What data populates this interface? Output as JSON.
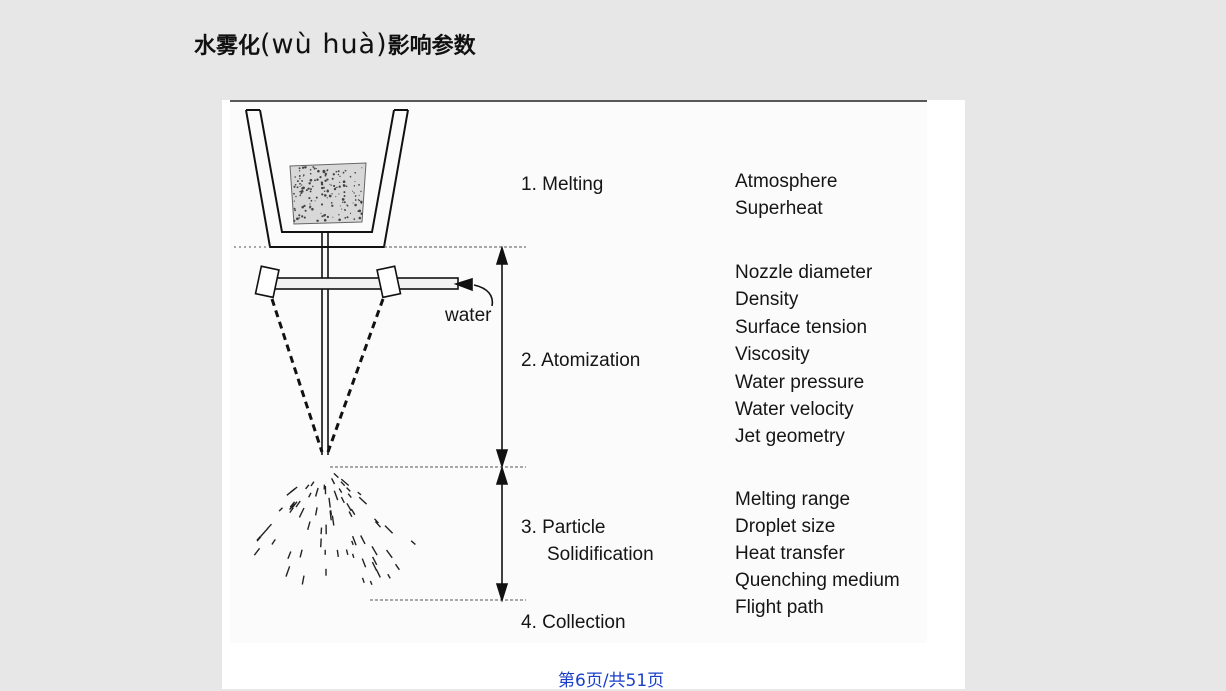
{
  "title": {
    "prefix_cjk": "水雾化",
    "pinyin": "(wù huà)",
    "suffix_cjk": "影响参数"
  },
  "diagram": {
    "water_label": "water",
    "stages": [
      {
        "label": "1. Melting",
        "parameters": [
          "Atmosphere",
          "Superheat"
        ]
      },
      {
        "label": "2. Atomization",
        "parameters": [
          "Nozzle diameter",
          "Density",
          "Surface tension",
          "Viscosity",
          "Water pressure",
          "Water velocity",
          "Jet geometry"
        ]
      },
      {
        "label_line1": "3. Particle",
        "label_line2": "Solidification",
        "parameters": [
          "Melting range",
          "Droplet size",
          "Heat transfer",
          "Quenching medium",
          "Flight path"
        ]
      },
      {
        "label": "4. Collection",
        "parameters": []
      }
    ]
  },
  "footer": {
    "page_text": "第6页/共51页"
  }
}
